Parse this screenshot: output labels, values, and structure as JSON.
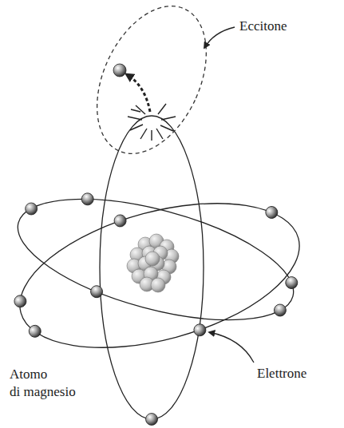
{
  "diagram": {
    "labels": [
      "Eccitone",
      "Elettrone",
      "Atomo di magnesio"
    ]
  }
}
